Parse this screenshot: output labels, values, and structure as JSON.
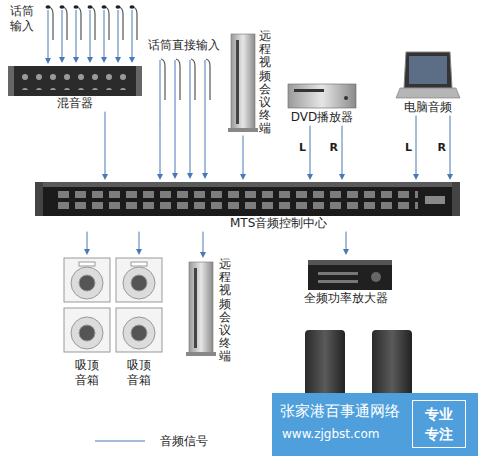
{
  "diagram": {
    "nodes": [
      {
        "text": [
          "话筒输入"
        ]
      },
      {
        "text": [
          "混音器"
        ]
      },
      {
        "text": [
          "话筒直接输入"
        ]
      },
      {
        "text": [
          "远程视频会议终端"
        ]
      },
      {
        "text": [
          "DVD播放器"
        ]
      },
      {
        "text": [
          "电脑音频"
        ]
      },
      {
        "text": [
          "MTS音频控制中心"
        ]
      },
      {
        "text": [
          "吸顶音箱"
        ]
      },
      {
        "text": [
          "吸顶音箱"
        ]
      },
      {
        "text": [
          "远程视频会议终端"
        ]
      },
      {
        "text": [
          "全频功率放大器"
        ]
      }
    ],
    "edges": [
      {
        "from": 0,
        "to": 1,
        "arrow": "to"
      },
      {
        "from": 1,
        "to": 6,
        "arrow": "to"
      },
      {
        "from": 2,
        "to": 6,
        "arrow": "to"
      },
      {
        "from": 3,
        "to": 6,
        "arrow": "to"
      },
      {
        "from": 4,
        "to": 6,
        "label": "L",
        "arrow": "to"
      },
      {
        "from": 4,
        "to": 6,
        "label": "R",
        "arrow": "to"
      },
      {
        "from": 5,
        "to": 6,
        "label": "L",
        "arrow": "to"
      },
      {
        "from": 5,
        "to": 6,
        "label": "R",
        "arrow": "to"
      },
      {
        "from": 6,
        "to": 7,
        "arrow": "to"
      },
      {
        "from": 6,
        "to": 8,
        "arrow": "to"
      },
      {
        "from": 6,
        "to": 9,
        "arrow": "to"
      },
      {
        "from": 6,
        "to": 10,
        "arrow": "to"
      }
    ],
    "labels": [
      "张家港百事通网络",
      "www.zjgbst.com",
      "专业",
      "专注"
    ],
    "legend": [
      {
        "text": "音频信号"
      }
    ]
  }
}
